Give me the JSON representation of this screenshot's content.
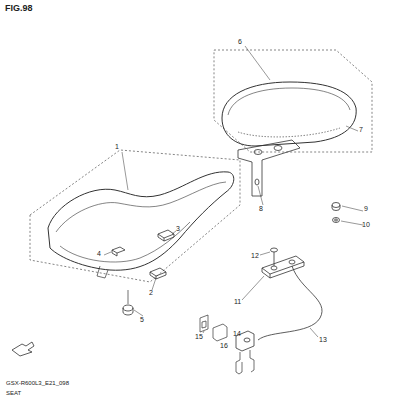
{
  "diagram": {
    "title": "FIG.98",
    "labels": [
      "6",
      "7",
      "8",
      "9",
      "10",
      "1",
      "3",
      "4",
      "2",
      "5",
      "12",
      "11",
      "13",
      "15",
      "16",
      "14",
      "GSX-R600L3_E21_098",
      "SEAT"
    ]
  }
}
